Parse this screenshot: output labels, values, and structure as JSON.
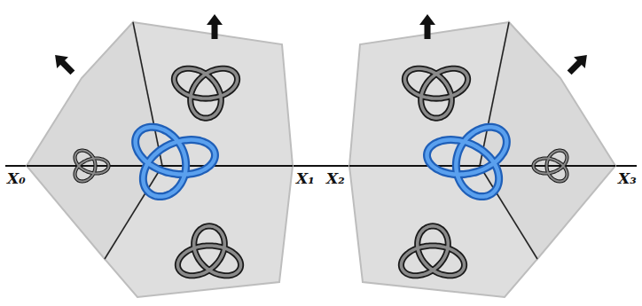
{
  "diagram": {
    "labels": [
      "X₀",
      "X₁",
      "X₂",
      "X₃"
    ]
  }
}
